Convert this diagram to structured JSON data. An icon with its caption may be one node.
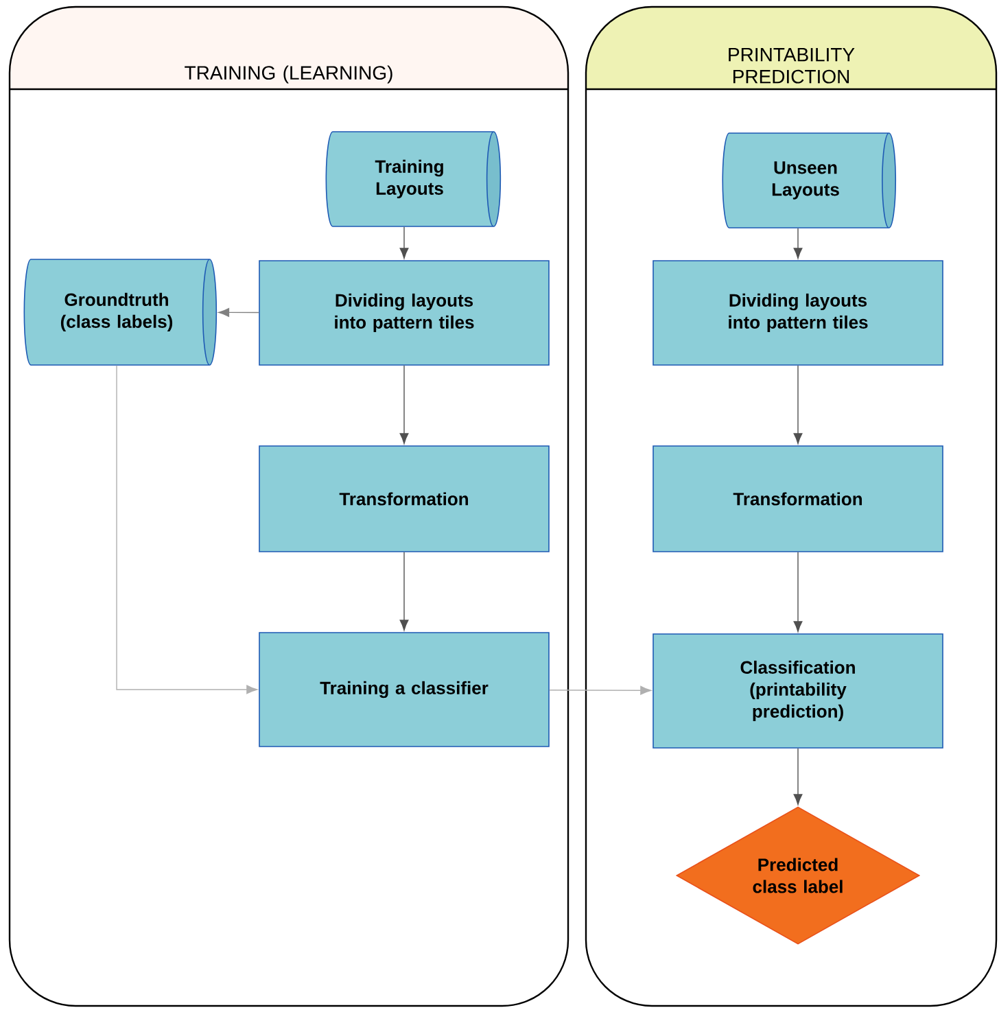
{
  "diagram": {
    "nodes": [
      {
        "text": [
          "TRAINING (LEARNING)"
        ]
      },
      {
        "text": [
          "PRINTABILITY PREDICTION"
        ]
      },
      {
        "text": [
          "Training Layouts"
        ],
        "in": 0
      },
      {
        "text": [
          "Groundtruth (class labels)"
        ],
        "in": 0
      },
      {
        "text": [
          "Dividing layouts into pattern tiles"
        ],
        "in": 0
      },
      {
        "text": [
          "Transformation"
        ],
        "in": 0
      },
      {
        "text": [
          "Training a classifier"
        ],
        "in": 0
      },
      {
        "text": [
          "Unseen Layouts"
        ],
        "in": 1
      },
      {
        "text": [
          "Dividing layouts into pattern tiles"
        ],
        "in": 1
      },
      {
        "text": [
          "Transformation"
        ],
        "in": 1
      },
      {
        "text": [
          "Classification (printability prediction)"
        ],
        "in": 1
      },
      {
        "text": [
          "Predicted class label"
        ],
        "in": 1
      }
    ],
    "edges": [
      {
        "from": 2,
        "to": 4,
        "arrow": "to"
      },
      {
        "from": 4,
        "to": 3,
        "arrow": "to",
        "color": "#808080"
      },
      {
        "from": 4,
        "to": 5,
        "arrow": "to"
      },
      {
        "from": 5,
        "to": 6,
        "arrow": "to"
      },
      {
        "from": 3,
        "to": 6,
        "arrow": "to",
        "color": "#b0b0b0"
      },
      {
        "from": 6,
        "to": 10,
        "arrow": "to",
        "color": "#b0b0b0"
      },
      {
        "from": 7,
        "to": 8,
        "arrow": "to"
      },
      {
        "from": 8,
        "to": 9,
        "arrow": "to"
      },
      {
        "from": 9,
        "to": 10,
        "arrow": "to"
      },
      {
        "from": 10,
        "to": 11,
        "arrow": "to"
      }
    ]
  }
}
